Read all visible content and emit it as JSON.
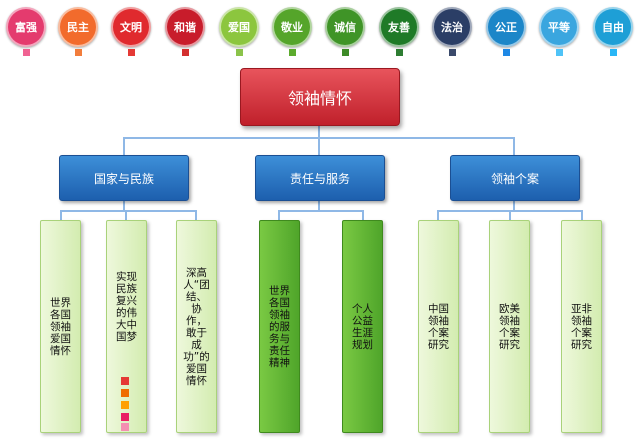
{
  "values_row": [
    {
      "label": "富强",
      "color": "#e43b6e",
      "marker": "#f06292"
    },
    {
      "label": "民主",
      "color": "#f26b2c",
      "marker": "#f27d3c"
    },
    {
      "label": "文明",
      "color": "#e02a2e",
      "marker": "#e53935"
    },
    {
      "label": "和谐",
      "color": "#c81c2b",
      "marker": "#d32f2f"
    },
    {
      "label": "爱国",
      "color": "#8cc63e",
      "marker": "#8bc34a"
    },
    {
      "label": "敬业",
      "color": "#55a52a",
      "marker": "#5cab2e"
    },
    {
      "label": "诚信",
      "color": "#3f9427",
      "marker": "#3d8b27"
    },
    {
      "label": "友善",
      "color": "#1f7a27",
      "marker": "#2e7d32"
    },
    {
      "label": "法治",
      "color": "#2b3e66",
      "marker": "#3b4a6b"
    },
    {
      "label": "公正",
      "color": "#1c86c8",
      "marker": "#1e88e5"
    },
    {
      "label": "平等",
      "color": "#3aa6df",
      "marker": "#4fc3f7"
    },
    {
      "label": "自由",
      "color": "#1e9fd6",
      "marker": "#29b6f6"
    }
  ],
  "root": "领袖情怀",
  "categories": [
    {
      "label": "国家与民族",
      "children": [
        {
          "text": "世界各国领袖爱国情怀",
          "style": "light"
        },
        {
          "text": "实现民族复兴的伟大中国梦",
          "style": "light",
          "markers": [
            "#e53935",
            "#ef6c00",
            "#ffa000",
            "#e91e63",
            "#f48fb1"
          ]
        },
        {
          "text": "深高人“团结、协作，敢于成功”的爱国情怀",
          "style": "light"
        }
      ]
    },
    {
      "label": "责任与服务",
      "children": [
        {
          "text": "世界各国领袖的服务与责任精神",
          "style": "dark"
        },
        {
          "text": "个人公益生涯规划",
          "style": "dark"
        }
      ]
    },
    {
      "label": "领袖个案",
      "children": [
        {
          "text": "中国领袖个案研究",
          "style": "light"
        },
        {
          "text": "欧美领袖个案研究",
          "style": "light"
        },
        {
          "text": "亚非领袖个案研究",
          "style": "light"
        }
      ]
    }
  ]
}
